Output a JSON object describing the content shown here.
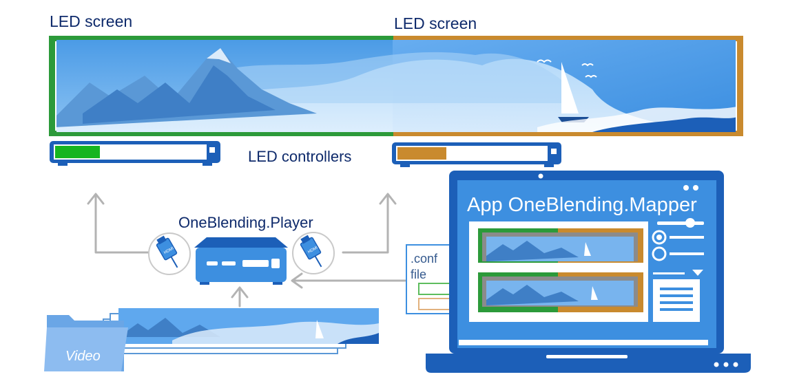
{
  "labels": {
    "led_screen_left": "LED screen",
    "led_screen_right": "LED screen",
    "led_controllers": "LED controllers",
    "player": "OneBlending.Player",
    "app_title": "App OneBlending.Mapper",
    "conf_line1": ".conf",
    "conf_line2": "file",
    "video": "Video",
    "hdmi": "HDMI"
  },
  "colors": {
    "left_screen_border": "#2c9a3a",
    "right_screen_border": "#c98a2e",
    "sky_blue": "#3d8fe0",
    "dark_blue": "#1c5fb8",
    "text_navy": "#0e2a6b",
    "arrow_gray": "#b3b3b3"
  },
  "icons": {
    "hdmi_left": "hdmi-plug-icon",
    "hdmi_right": "hdmi-plug-icon",
    "folder": "video-folder-icon",
    "player_box": "media-player-device-icon",
    "laptop": "laptop-icon"
  },
  "controllers": {
    "left_level": 0.3,
    "right_level": 0.33
  }
}
